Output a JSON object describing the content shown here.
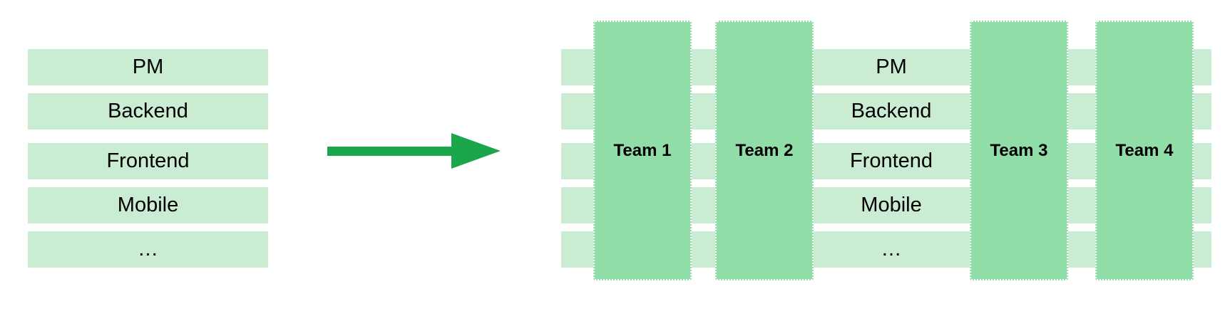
{
  "functions": [
    "PM",
    "Backend",
    "Frontend",
    "Mobile",
    "…"
  ],
  "teams": [
    "Team 1",
    "Team 2",
    "Team 3",
    "Team 4"
  ],
  "colors": {
    "function_bar": "#c9ecd3",
    "team_column": "#90dda7",
    "team_border": "#ffffff",
    "arrow": "#1ca64c",
    "text": "#000000"
  }
}
